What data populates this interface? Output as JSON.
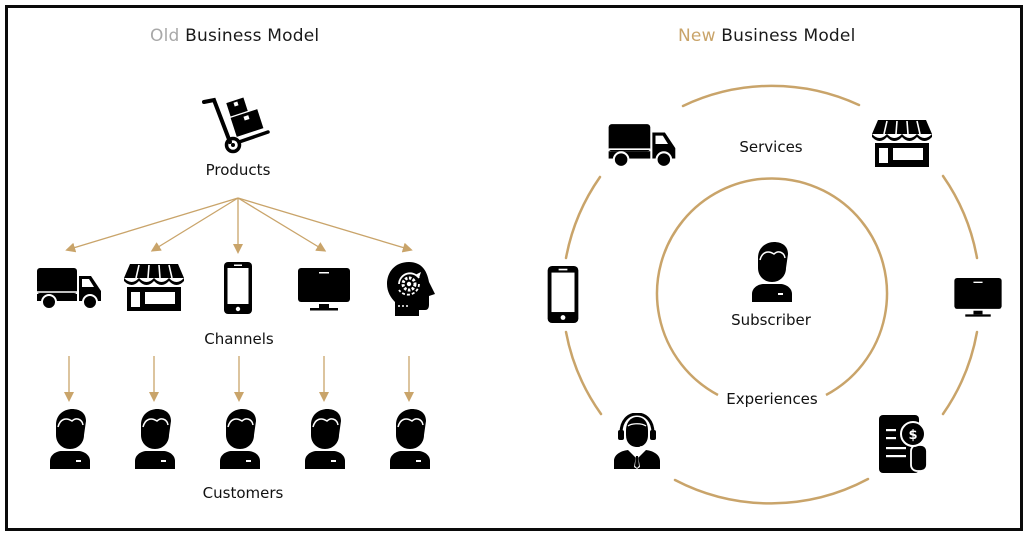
{
  "colors": {
    "accent": "#c9a46a",
    "old_accent": "#a8a8a8",
    "icon": "#000000",
    "text": "#111111",
    "border": "#0a0a0a"
  },
  "old_model": {
    "title_prefix": "Old",
    "title_rest": " Business Model",
    "products_label": "Products",
    "channels_label": "Channels",
    "customers_label": "Customers",
    "product_icon": "hand-truck-boxes-icon",
    "channels": [
      {
        "icon": "delivery-truck-icon"
      },
      {
        "icon": "storefront-icon"
      },
      {
        "icon": "smartphone-icon"
      },
      {
        "icon": "monitor-icon"
      },
      {
        "icon": "head-gear-icon"
      }
    ],
    "customers": [
      {
        "icon": "customer-icon"
      },
      {
        "icon": "customer-icon"
      },
      {
        "icon": "customer-icon"
      },
      {
        "icon": "customer-icon"
      },
      {
        "icon": "customer-icon"
      }
    ]
  },
  "new_model": {
    "title_prefix": "New",
    "title_rest": " Business Model",
    "center_label": "Subscriber",
    "outer_ring_label": "Services",
    "inner_ring_label": "Experiences",
    "center_icon": "subscriber-icon",
    "ring_icons": [
      {
        "icon": "delivery-truck-icon"
      },
      {
        "icon": "storefront-icon"
      },
      {
        "icon": "monitor-icon"
      },
      {
        "icon": "invoice-dollar-icon"
      },
      {
        "icon": "support-agent-icon"
      },
      {
        "icon": "smartphone-icon"
      }
    ]
  }
}
